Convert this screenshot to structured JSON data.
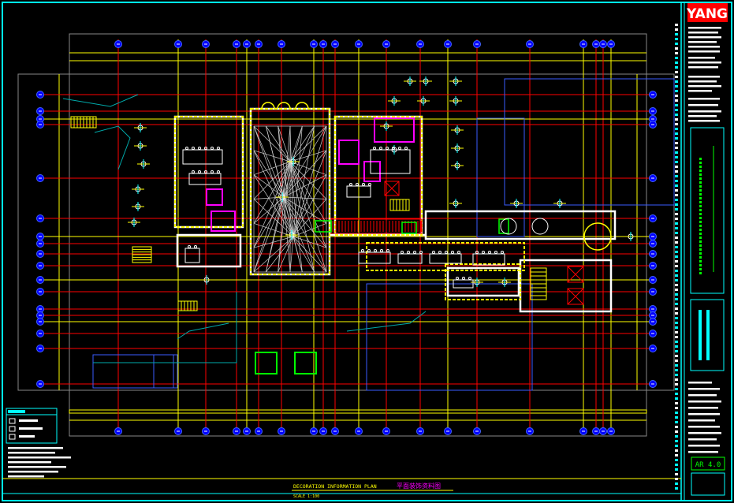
{
  "title_block": {
    "logo": "YANG",
    "sheet_number": "AR 4.0"
  },
  "plan_title": {
    "english": "DECORATION INFORMATION PLAN",
    "chinese": "平面装饰资料图",
    "scale": "SCALE 1:100"
  },
  "colors": {
    "background": "#000000",
    "frame": "#00ffff",
    "grid_red": "#ff0000",
    "grid_yellow": "#ffff00",
    "walls": "#ffffff",
    "bubbles": "#0000ff",
    "title_logo_bg": "#ff0000",
    "lifts": "#ff00ff",
    "green": "#00ff00"
  },
  "icons": [
    "grid-bubble-icon",
    "lift-icon",
    "stair-icon",
    "tree-icon",
    "furniture-icon"
  ]
}
